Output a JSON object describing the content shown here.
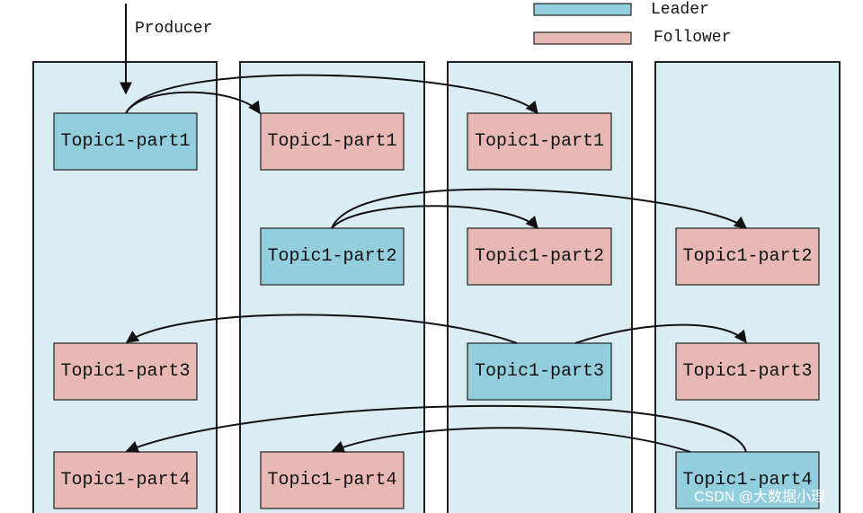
{
  "producer": {
    "label": "Producer"
  },
  "legend": {
    "leader_label": "Leader",
    "follower_label": "Follower",
    "leader_color": "#93cedd",
    "follower_color": "#e8b9b4"
  },
  "broker_color": "#daedf3",
  "brokers": [
    {
      "partitions": [
        {
          "label": "Topic1-part1",
          "role": "leader"
        },
        {
          "label": "Topic1-part3",
          "role": "follower"
        },
        {
          "label": "Topic1-part4",
          "role": "follower"
        }
      ]
    },
    {
      "partitions": [
        {
          "label": "Topic1-part1",
          "role": "follower"
        },
        {
          "label": "Topic1-part2",
          "role": "leader"
        },
        {
          "label": "Topic1-part4",
          "role": "follower"
        }
      ]
    },
    {
      "partitions": [
        {
          "label": "Topic1-part1",
          "role": "follower"
        },
        {
          "label": "Topic1-part2",
          "role": "follower"
        },
        {
          "label": "Topic1-part3",
          "role": "leader"
        }
      ]
    },
    {
      "partitions": [
        {
          "label": "Topic1-part2",
          "role": "follower"
        },
        {
          "label": "Topic1-part3",
          "role": "follower"
        },
        {
          "label": "Topic1-part4",
          "role": "leader"
        }
      ]
    }
  ],
  "watermark": "CSDN @大数据小理"
}
